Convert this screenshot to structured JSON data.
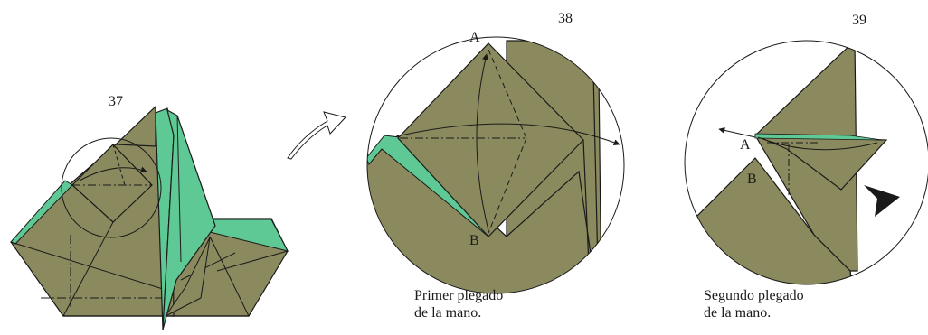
{
  "steps": [
    {
      "number": "37",
      "caption_line1": "",
      "caption_line2": ""
    },
    {
      "number": "38",
      "caption_line1": "Primer plegado",
      "caption_line2": "de la mano.",
      "point_a": "A",
      "point_b": "B"
    },
    {
      "number": "39",
      "caption_line1": "Segundo plegado",
      "caption_line2": "de la mano.",
      "point_a": "A",
      "point_b": "B"
    }
  ],
  "colors": {
    "paper_dark": "#8b8a5e",
    "paper_green": "#5ec995",
    "line": "#1a1a1a",
    "background": "#ffffff"
  },
  "icons": [
    "curved-arrow-icon",
    "push-arrowhead-icon",
    "fold-arrow-icon"
  ]
}
